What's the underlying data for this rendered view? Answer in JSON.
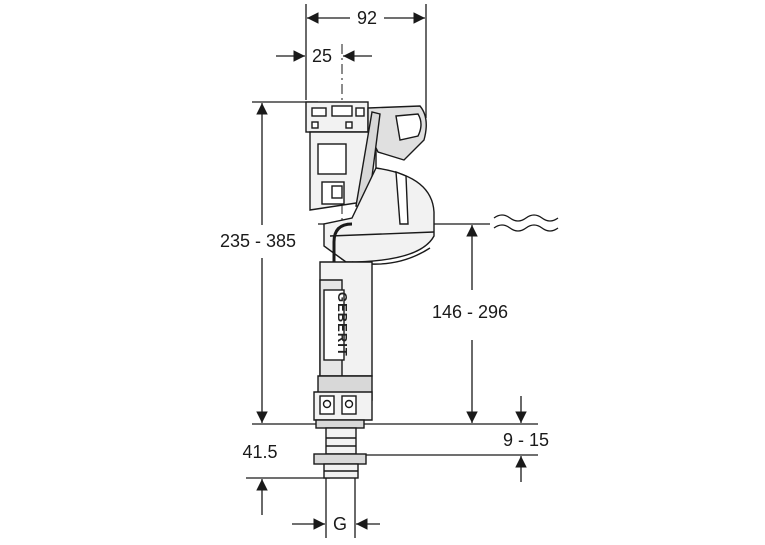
{
  "dimensions": {
    "width_top": "92",
    "offset_top": "25",
    "total_height": "235 - 385",
    "water_level": "146 - 296",
    "thread_range": "9 - 15",
    "thread_length": "41.5",
    "connection": "G"
  },
  "brand": "GEBERIT",
  "colors": {
    "line": "#1a1a1a",
    "body_fill": "#f2f2f2",
    "dark_fill": "#d8d8d8"
  }
}
